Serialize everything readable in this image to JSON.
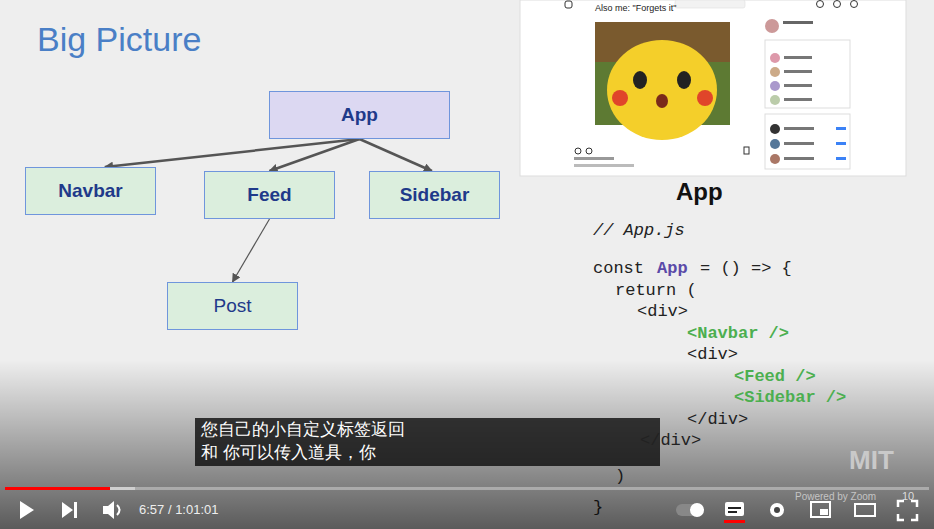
{
  "diagram": {
    "title": "Big Picture",
    "nodes": [
      {
        "text": [
          "App"
        ]
      },
      {
        "text": [
          "Navbar"
        ]
      },
      {
        "text": [
          "Feed"
        ]
      },
      {
        "text": [
          "Sidebar"
        ]
      },
      {
        "text": [
          "Post"
        ]
      }
    ],
    "edges": [
      {
        "from": 0,
        "to": 1,
        "arrow": "to"
      },
      {
        "from": 0,
        "to": 2,
        "arrow": "to"
      },
      {
        "from": 0,
        "to": 3,
        "arrow": "to"
      },
      {
        "from": 2,
        "to": 4,
        "arrow": "to"
      }
    ],
    "labels": [
      "App",
      "// App.js",
      "const",
      "App",
      "= () => {",
      "return (",
      "<div>",
      "<Navbar />",
      "<div>",
      "<Feed />",
      "<Sidebar />",
      "</div>",
      "</div>",
      ")",
      "}",
      "Also me: \"Forgets it\"",
      "您自己的小自定义标签返回",
      "和 你可以传入道具，你",
      "6:57 / 1:01:01",
      "Powered by Zoom",
      "10",
      "MIT"
    ]
  }
}
